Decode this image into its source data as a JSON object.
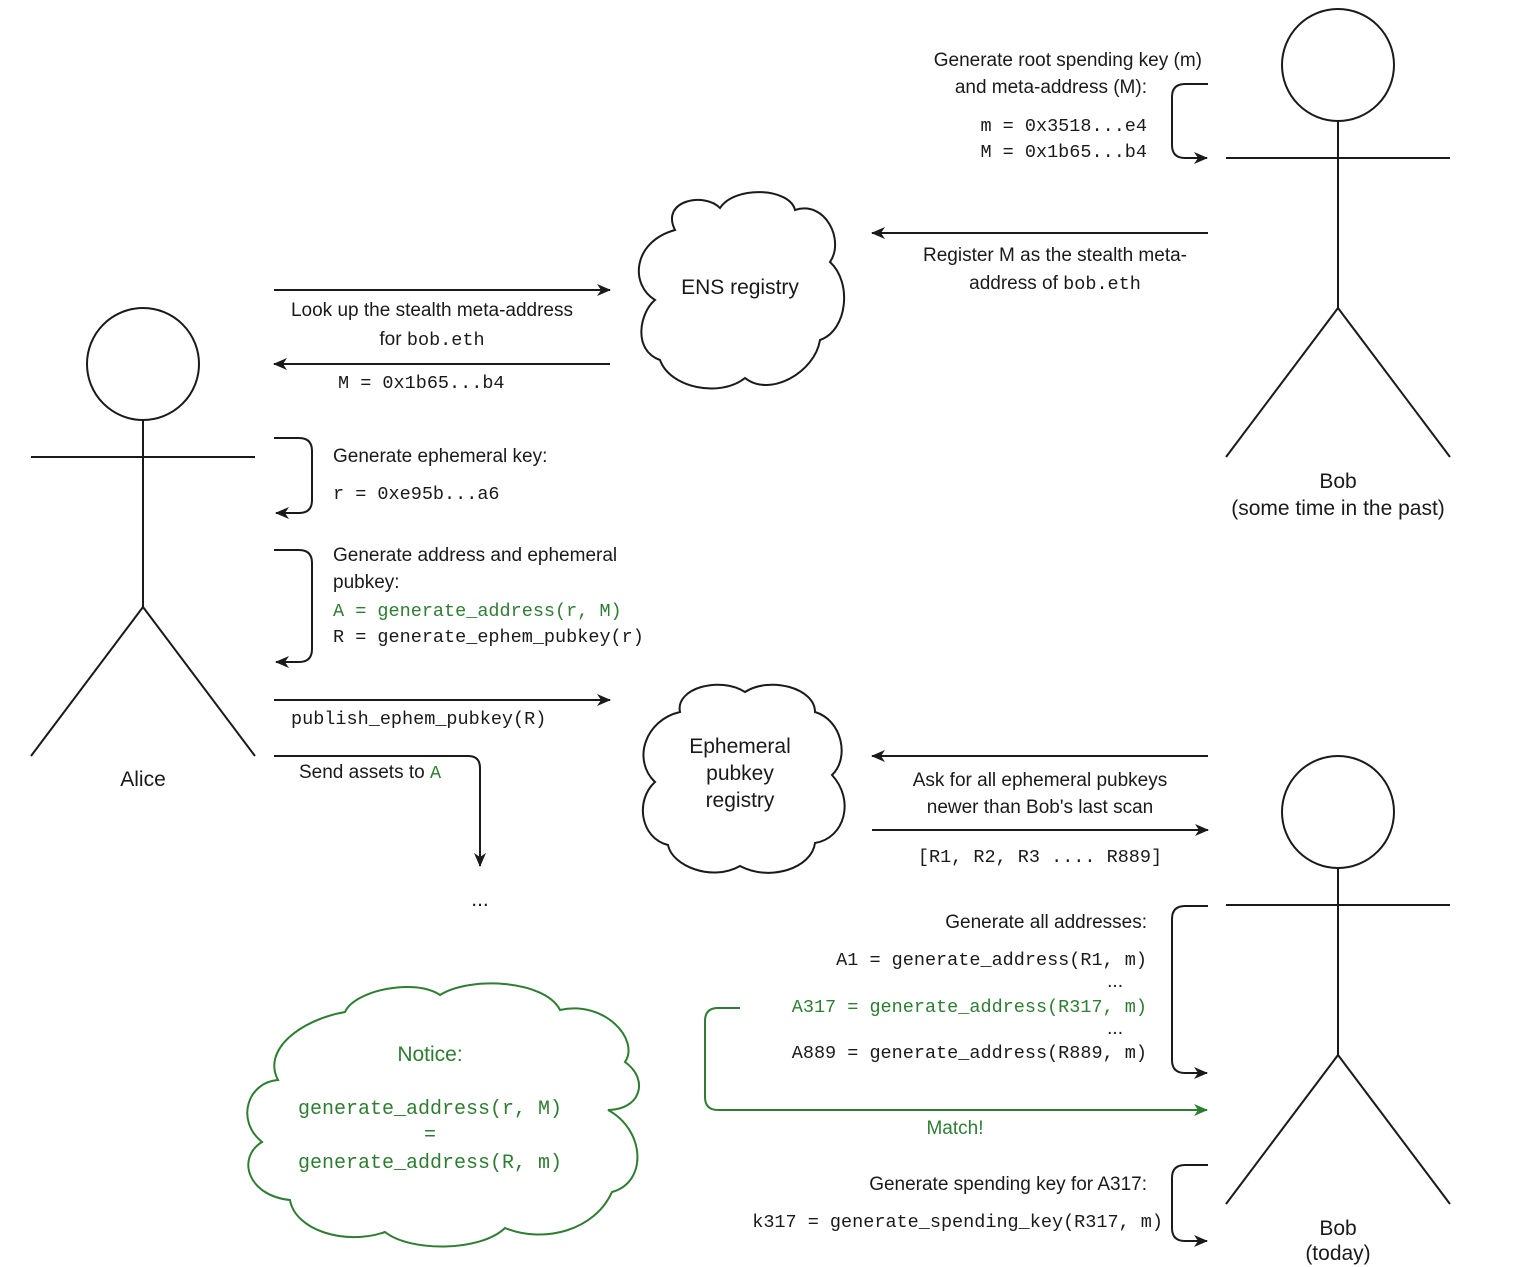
{
  "colors": {
    "ink": "#1a1a1a",
    "green": "#2e7d32"
  },
  "actors": {
    "alice": "Alice",
    "bob_past_line1": "Bob",
    "bob_past_line2": "(some time in the past)",
    "bob_today_line1": "Bob",
    "bob_today_line2": "(today)"
  },
  "clouds": {
    "ens": "ENS registry",
    "ephem_line1": "Ephemeral",
    "ephem_line2": "pubkey",
    "ephem_line3": "registry",
    "notice_title": "Notice:",
    "notice_line1": "generate_address(r, M)",
    "notice_eq": "=",
    "notice_line2": "generate_address(R, m)"
  },
  "bob_setup": {
    "line1": "Generate root spending key (m)",
    "line2": "and meta-address (M):",
    "m": "m = 0x3518...e4",
    "M": "M = 0x1b65...b4"
  },
  "register": {
    "line1": "Register M as the stealth meta-",
    "line2_prefix": "address of ",
    "line2_code": "bob.eth"
  },
  "lookup": {
    "line1": "Look up the stealth meta-address",
    "line2_prefix": "for ",
    "line2_code": "bob.eth",
    "result": "M = 0x1b65...b4"
  },
  "ephemeral_key": {
    "title": "Generate ephemeral key:",
    "r": "r = 0xe95b...a6"
  },
  "gen_address": {
    "line1": "Generate address and ephemeral",
    "line2": "pubkey:",
    "A": "A = generate_address(r, M)",
    "R": "R = generate_ephem_pubkey(r)"
  },
  "publish": "publish_ephem_pubkey(R)",
  "send_assets": {
    "prefix": "Send assets to ",
    "target": "A"
  },
  "ellipsis": "...",
  "ask": {
    "line1": "Ask for all ephemeral pubkeys",
    "line2": "newer than Bob's last scan",
    "result": "[R1, R2, R3 .... R889]"
  },
  "gen_all": {
    "title": "Generate all addresses:",
    "a1": "A1 = generate_address(R1, m)",
    "dots1": "...",
    "a317": "A317 = generate_address(R317, m)",
    "dots2": "...",
    "a889": "A889 = generate_address(R889, m)",
    "match": "Match!"
  },
  "spend": {
    "title": "Generate spending key for A317:",
    "k": "k317 = generate_spending_key(R317, m)"
  }
}
